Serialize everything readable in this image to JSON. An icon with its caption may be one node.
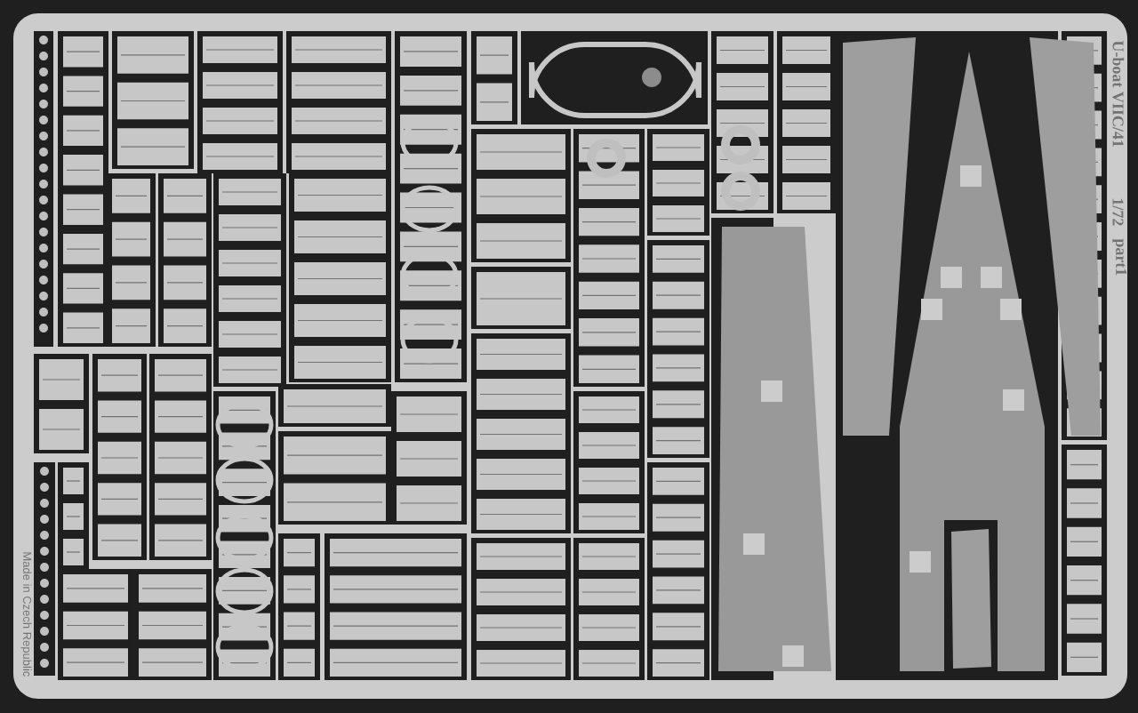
{
  "diagram": {
    "labels": [
      "Made in Czech Republic",
      "U-boat VIIC/41",
      "1/72",
      "part1"
    ]
  }
}
